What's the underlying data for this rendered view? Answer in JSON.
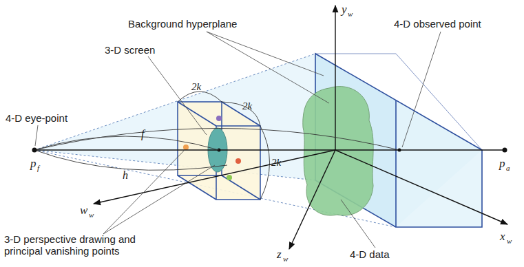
{
  "diagram": {
    "labels": [
      "y",
      "w",
      "Background hyperplane",
      "4-D observed point",
      "3-D screen",
      "2k",
      "2k",
      "2k",
      "4-D eye-point",
      "f",
      "p",
      "f",
      "p",
      "a",
      "h",
      "w",
      "w",
      "3-D perspective drawing and principal vanishing points",
      "z",
      "w",
      "4-D data",
      "x",
      "w"
    ]
  }
}
